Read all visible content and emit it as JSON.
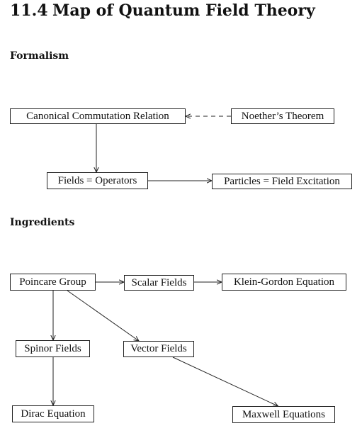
{
  "heading": {
    "number": "11.4",
    "title": "Map of Quantum Field Theory"
  },
  "sections": {
    "formalism": "Formalism",
    "ingredients": "Ingredients"
  },
  "nodes": {
    "ccr": "Canonical Commutation Relation",
    "noether": "Noether’s Theorem",
    "fields_operators": "Fields = Operators",
    "particles": "Particles = Field Excitation",
    "poincare": "Poincare Group",
    "scalar": "Scalar Fields",
    "klein_gordon": "Klein-Gordon Equation",
    "spinor": "Spinor Fields",
    "vector": "Vector Fields",
    "dirac": "Dirac Equation",
    "maxwell": "Maxwell Equations"
  },
  "edges": [
    {
      "from": "noether",
      "to": "ccr",
      "style": "dashed"
    },
    {
      "from": "ccr",
      "to": "fields_operators",
      "style": "solid"
    },
    {
      "from": "fields_operators",
      "to": "particles",
      "style": "solid"
    },
    {
      "from": "poincare",
      "to": "scalar",
      "style": "solid"
    },
    {
      "from": "scalar",
      "to": "klein_gordon",
      "style": "solid"
    },
    {
      "from": "poincare",
      "to": "spinor",
      "style": "solid"
    },
    {
      "from": "poincare",
      "to": "vector",
      "style": "solid"
    },
    {
      "from": "spinor",
      "to": "dirac",
      "style": "solid"
    },
    {
      "from": "vector",
      "to": "maxwell",
      "style": "solid"
    }
  ]
}
